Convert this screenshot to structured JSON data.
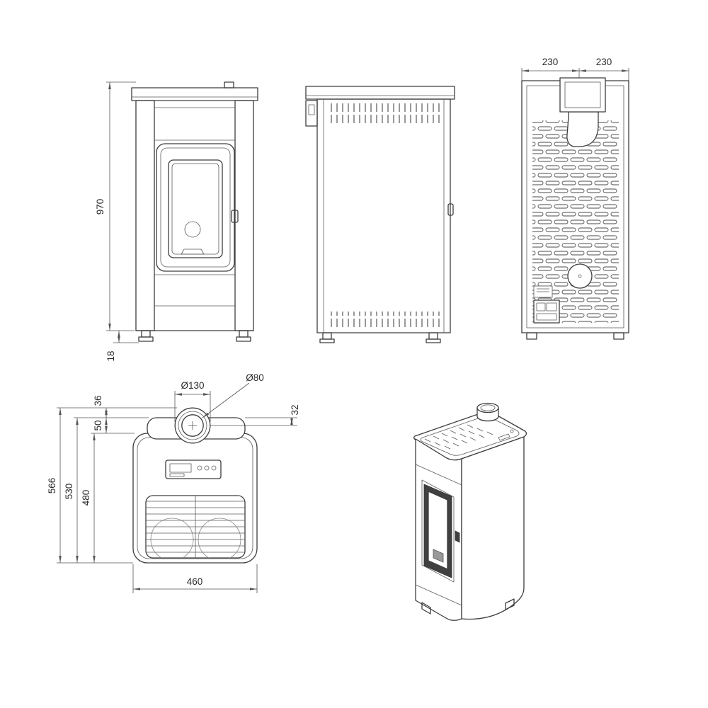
{
  "colors": {
    "line": "#3d3d3d",
    "detail": "#5a5a5a",
    "dimension": "#555555",
    "text": "#2b2b2b",
    "background": "#ffffff"
  },
  "dims": {
    "front_height": "970",
    "front_foot_height": "18",
    "rear_top_left": "230",
    "rear_top_right": "230",
    "flue_outer_diameter": "Ø130",
    "flue_inner_diameter": "Ø80",
    "top_collar_offset": "36",
    "top_flue_offset": "32",
    "top_collar_depth": "50",
    "top_depth_overall": "566",
    "top_depth_mid": "530",
    "top_depth_body": "480",
    "top_width": "460"
  }
}
